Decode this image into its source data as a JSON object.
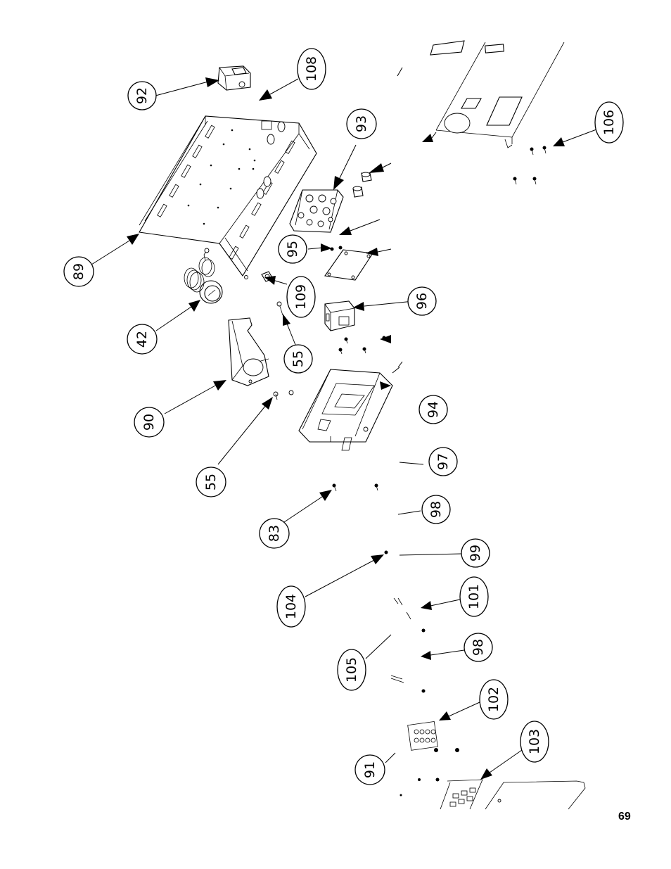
{
  "page_number": "69",
  "callouts": [
    {
      "id": "c92",
      "label": "92"
    },
    {
      "id": "c108",
      "label": "108"
    },
    {
      "id": "c93",
      "label": "93"
    },
    {
      "id": "c106",
      "label": "106"
    },
    {
      "id": "c89",
      "label": "89"
    },
    {
      "id": "c95",
      "label": "95"
    },
    {
      "id": "c109",
      "label": "109"
    },
    {
      "id": "c42",
      "label": "42"
    },
    {
      "id": "c96",
      "label": "96"
    },
    {
      "id": "c55a",
      "label": "55"
    },
    {
      "id": "c90",
      "label": "90"
    },
    {
      "id": "c94",
      "label": "94"
    },
    {
      "id": "c55b",
      "label": "55"
    },
    {
      "id": "c97",
      "label": "97"
    },
    {
      "id": "c83",
      "label": "83"
    },
    {
      "id": "c98a",
      "label": "98"
    },
    {
      "id": "c99",
      "label": "99"
    },
    {
      "id": "c104",
      "label": "104"
    },
    {
      "id": "c101",
      "label": "101"
    },
    {
      "id": "c105",
      "label": "105"
    },
    {
      "id": "c98b",
      "label": "98"
    },
    {
      "id": "c102",
      "label": "102"
    },
    {
      "id": "c91",
      "label": "91"
    },
    {
      "id": "c103",
      "label": "103"
    }
  ]
}
